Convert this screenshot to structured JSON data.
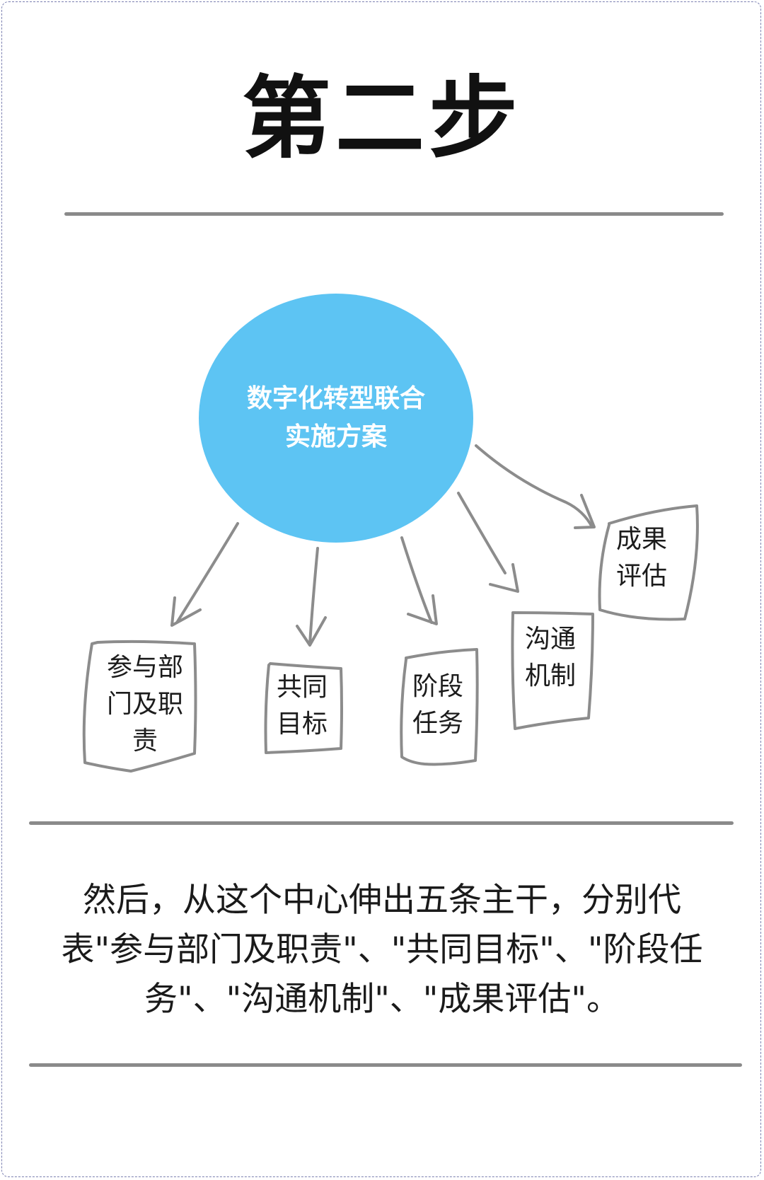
{
  "title": "第二步",
  "diagram": {
    "center": {
      "line1": "数字化转型联合",
      "line2": "实施方案",
      "color": "#5dc4f3"
    },
    "nodes": [
      {
        "line1": "参与部",
        "line2": "门及职",
        "line3": "责"
      },
      {
        "line1": "共同",
        "line2": "目标"
      },
      {
        "line1": "阶段",
        "line2": "任务"
      },
      {
        "line1": "沟通",
        "line2": "机制"
      },
      {
        "line1": "成果",
        "line2": "评估"
      }
    ]
  },
  "caption": "然后，从这个中心伸出五条主干，分别代表\"参与部门及职责\"、\"共同目标\"、\"阶段任务\"、\"沟通机制\"、\"成果评估\"。"
}
